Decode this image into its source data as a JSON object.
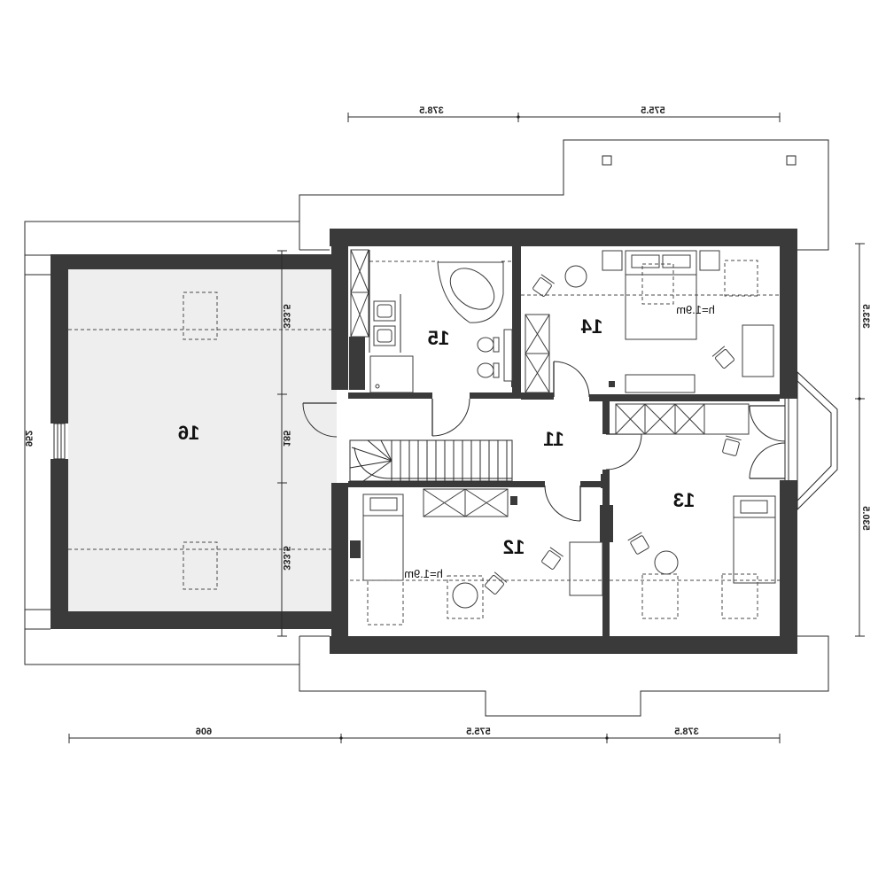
{
  "plan": {
    "rooms": [
      {
        "label": "11"
      },
      {
        "label": "12"
      },
      {
        "label": "13"
      },
      {
        "label": "14"
      },
      {
        "label": "15"
      },
      {
        "label": "16"
      }
    ],
    "height_notes": [
      "h=1.9m",
      "h=1.9m"
    ],
    "dimensions": {
      "top": [
        "378.5",
        "575.5"
      ],
      "bottom": [
        "606",
        "575.5",
        "378.5"
      ],
      "left": "952",
      "inner": [
        "333.5",
        "185",
        "333.5"
      ],
      "right": [
        "333.5",
        "530.5"
      ]
    }
  },
  "colors": {
    "wall": "#3a3a3a",
    "attic": "#eeeeee",
    "line": "#2a2a2a",
    "background": "#ffffff"
  }
}
